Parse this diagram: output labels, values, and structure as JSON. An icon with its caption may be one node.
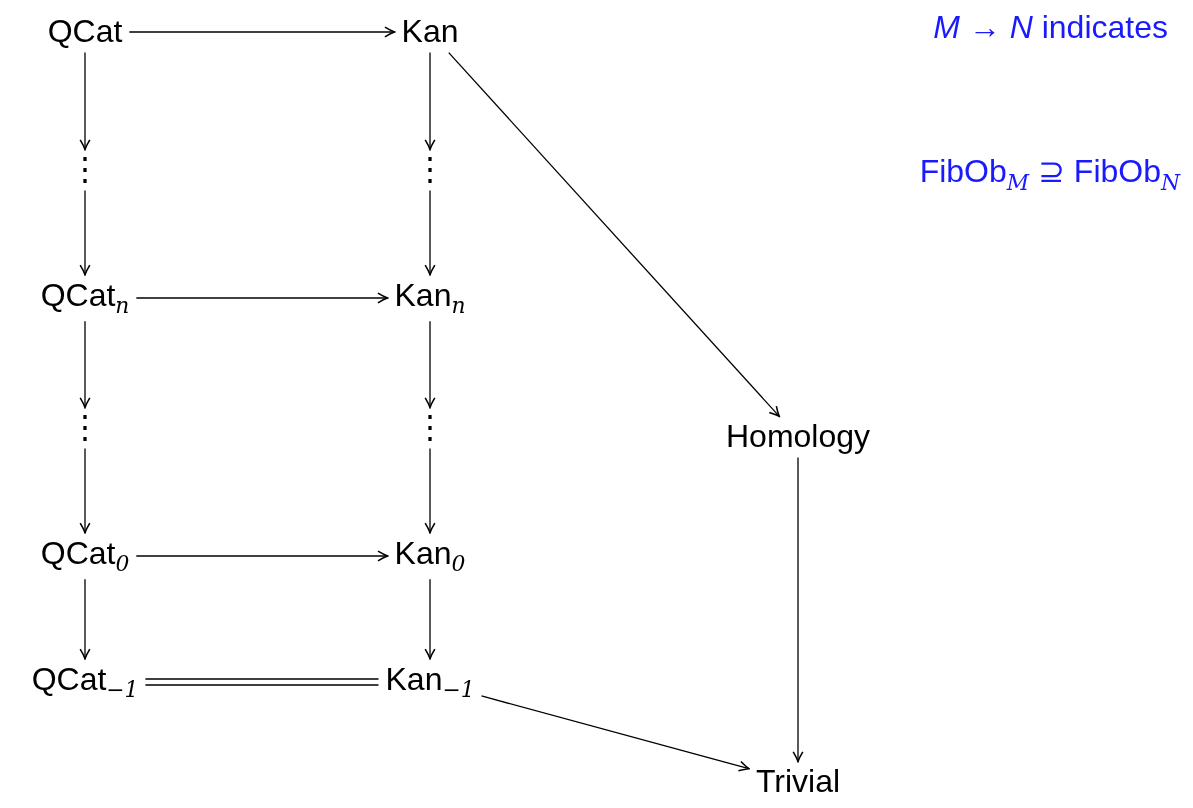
{
  "diagram": {
    "nodes": [
      {
        "text": [
          "QCat"
        ]
      },
      {
        "text": [
          "Kan"
        ]
      },
      {
        "text": [
          "⋮"
        ]
      },
      {
        "text": [
          "⋮"
        ]
      },
      {
        "text": [
          "QCat$_{n}$"
        ]
      },
      {
        "text": [
          "Kan$_{n}$"
        ]
      },
      {
        "text": [
          "⋮"
        ]
      },
      {
        "text": [
          "⋮"
        ]
      },
      {
        "text": [
          "QCat$_{0}$"
        ]
      },
      {
        "text": [
          "Kan$_{0}$"
        ]
      },
      {
        "text": [
          "QCat$_{−1}$"
        ]
      },
      {
        "text": [
          "Kan$_{−1}$"
        ]
      },
      {
        "text": [
          "Homology"
        ]
      },
      {
        "text": [
          "Trivial"
        ]
      }
    ],
    "edges": [
      {
        "from": 0,
        "to": 1,
        "arrow": "to"
      },
      {
        "from": 0,
        "to": 2,
        "arrow": "to"
      },
      {
        "from": 1,
        "to": 3,
        "arrow": "to"
      },
      {
        "from": 2,
        "to": 4,
        "arrow": "to"
      },
      {
        "from": 3,
        "to": 5,
        "arrow": "to"
      },
      {
        "from": 4,
        "to": 5,
        "arrow": "to"
      },
      {
        "from": 4,
        "to": 6,
        "arrow": "to"
      },
      {
        "from": 5,
        "to": 7,
        "arrow": "to"
      },
      {
        "from": 6,
        "to": 8,
        "arrow": "to"
      },
      {
        "from": 7,
        "to": 9,
        "arrow": "to"
      },
      {
        "from": 8,
        "to": 9,
        "arrow": "to"
      },
      {
        "from": 8,
        "to": 10,
        "arrow": "to"
      },
      {
        "from": 9,
        "to": 11,
        "arrow": "to"
      },
      {
        "from": 10,
        "to": 11,
        "arrow": "none"
      },
      {
        "from": 1,
        "to": 12,
        "arrow": "to"
      },
      {
        "from": 12,
        "to": 13,
        "arrow": "to"
      },
      {
        "from": 11,
        "to": 13,
        "arrow": "to"
      }
    ],
    "labels": [
      "*M* → *N*  indicates",
      "FibOb$_{M}$ ⊇ FibOb$_{N}$"
    ]
  }
}
